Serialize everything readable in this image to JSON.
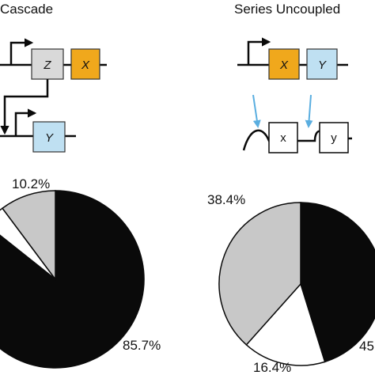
{
  "colors": {
    "black": "#0a0a0a",
    "gray_box": "#d9d9d9",
    "orange_box": "#f0a81c",
    "blue_box": "#bfe0f2",
    "pie_gray": "#c8c8c8",
    "arrow_blue": "#5aaee0"
  },
  "left": {
    "title": "Cascade",
    "genes": {
      "z": "Z",
      "x": "X",
      "y": "Y"
    },
    "pie": {
      "label_top": "10.2%",
      "label_bottom": "85.7%"
    }
  },
  "right": {
    "title": "Series Uncoupled",
    "genes": {
      "x": "X",
      "y": "Y"
    },
    "mrna": {
      "x": "x",
      "y": "y"
    },
    "pie": {
      "label_top": "38.4%",
      "label_bottom": "16.4%",
      "label_right": "45"
    }
  },
  "chart_data": [
    {
      "type": "pie",
      "slices": [
        {
          "label": "85.7%",
          "value": 85.7,
          "color": "#0a0a0a"
        },
        {
          "label": "",
          "value": 4.1,
          "color": "#ffffff"
        },
        {
          "label": "10.2%",
          "value": 10.2,
          "color": "#c8c8c8"
        }
      ]
    },
    {
      "type": "pie",
      "slices": [
        {
          "label": "45",
          "value": 45.2,
          "color": "#0a0a0a"
        },
        {
          "label": "16.4%",
          "value": 16.4,
          "color": "#ffffff"
        },
        {
          "label": "38.4%",
          "value": 38.4,
          "color": "#c8c8c8"
        }
      ]
    }
  ]
}
